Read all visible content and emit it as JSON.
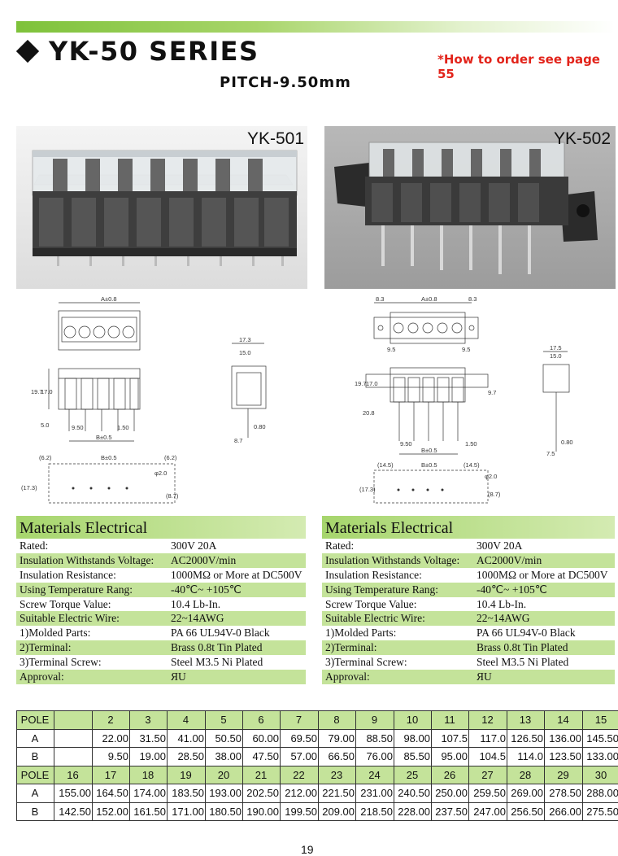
{
  "header": {
    "series_title": "YK-50 SERIES",
    "order_note": "*How to order see page 55",
    "pitch": "PITCH-9.50mm"
  },
  "products": [
    {
      "name": "YK-501"
    },
    {
      "name": "YK-502"
    }
  ],
  "drawings": {
    "yk501": {
      "top_a": "A±0.8",
      "side_w1": "17.3",
      "side_w2": "15.0",
      "front_h1": "19.7",
      "front_h2": "17.0",
      "pin_len": "5.0",
      "pitch": "9.50",
      "pin_w": "1.50",
      "b": "B±0.5",
      "side_pin": "0.80",
      "side_base": "8.7",
      "pcb_left": "(6.2)",
      "pcb_b": "B±0.5",
      "pcb_right": "(6.2)",
      "hole": "φ2.0",
      "pcb_h": "(17.3)",
      "pcb_h2": "(8.7)"
    },
    "yk502": {
      "top_l": "8.3",
      "top_a": "A±0.8",
      "top_r": "8.3",
      "flange_l": "9.5",
      "flange_r": "9.5",
      "side_w1": "17.5",
      "side_w2": "15.0",
      "front_h1": "19.7",
      "front_h2": "17.0",
      "front_h3": "9.7",
      "pin_len": "20.8",
      "pitch": "9.50",
      "pin_w": "1.50",
      "b": "B±0.5",
      "side_pin": "0.80",
      "side_base": "7.5",
      "pcb_left": "(14.5)",
      "pcb_b": "B±0.5",
      "pcb_right": "(14.5)",
      "hole": "φ2.0",
      "pcb_h": "(17.3)",
      "pcb_h2": "(8.7)"
    }
  },
  "materials": [
    {
      "title": "Materials Electrical",
      "rows": [
        {
          "k": "Rated:",
          "v": "300V  20A"
        },
        {
          "k": "Insulation Withstands Voltage:",
          "v": "AC2000V/min"
        },
        {
          "k": "Insulation Resistance:",
          "v": "1000MΩ  or More at DC500V"
        },
        {
          "k": "Using Temperature Rang:",
          "v": "-40℃~ +105℃"
        },
        {
          "k": " Screw Torque Value:",
          "v": "10.4 Lb-In."
        },
        {
          "k": "Suitable Electric Wire:",
          "v": "22~14AWG"
        },
        {
          "k": "   1)Molded Parts:",
          "v": "PA 66 UL94V-0 Black"
        },
        {
          "k": "   2)Terminal:",
          "v": "Brass 0.8t Tin Plated"
        },
        {
          "k": "   3)Terminal Screw:",
          "v": "Steel M3.5 Ni Plated"
        },
        {
          "k": "Approval:",
          "v": "ЯU"
        }
      ]
    },
    {
      "title": "Materials Electrical",
      "rows": [
        {
          "k": "Rated:",
          "v": "300V  20A"
        },
        {
          "k": "Insulation Withstands Voltage:",
          "v": "AC2000V/min"
        },
        {
          "k": "Insulation Resistance:",
          "v": "1000MΩ  or More at DC500V"
        },
        {
          "k": "Using Temperature Rang:",
          "v": "-40℃~ +105℃"
        },
        {
          "k": " Screw Torque Value:",
          "v": "10.4 Lb-In."
        },
        {
          "k": "Suitable Electric Wire:",
          "v": "22~14AWG"
        },
        {
          "k": "   1)Molded Parts:",
          "v": "PA 66 UL94V-0 Black"
        },
        {
          "k": "   2)Terminal:",
          "v": "Brass 0.8t Tin Plated"
        },
        {
          "k": "   3)Terminal Screw:",
          "v": "Steel M3.5 Ni Plated"
        },
        {
          "k": "Approval:",
          "v": "ЯU"
        }
      ]
    }
  ],
  "dimension_table": {
    "rows": [
      [
        "POLE",
        "",
        "2",
        "3",
        "4",
        "5",
        "6",
        "7",
        "8",
        "9",
        "10",
        "11",
        "12",
        "13",
        "14",
        "15"
      ],
      [
        "A",
        "",
        "22.00",
        "31.50",
        "41.00",
        "50.50",
        "60.00",
        "69.50",
        "79.00",
        "88.50",
        "98.00",
        "107.5",
        "117.0",
        "126.50",
        "136.00",
        "145.50"
      ],
      [
        "B",
        "",
        "9.50",
        "19.00",
        "28.50",
        "38.00",
        "47.50",
        "57.00",
        "66.50",
        "76.00",
        "85.50",
        "95.00",
        "104.5",
        "114.0",
        "123.50",
        "133.00"
      ],
      [
        "POLE",
        "16",
        "17",
        "18",
        "19",
        "20",
        "21",
        "22",
        "23",
        "24",
        "25",
        "26",
        "27",
        "28",
        "29",
        "30"
      ],
      [
        "A",
        "155.00",
        "164.50",
        "174.00",
        "183.50",
        "193.00",
        "202.50",
        "212.00",
        "221.50",
        "231.00",
        "240.50",
        "250.00",
        "259.50",
        "269.00",
        "278.50",
        "288.00"
      ],
      [
        "B",
        "142.50",
        "152.00",
        "161.50",
        "171.00",
        "180.50",
        "190.00",
        "199.50",
        "209.00",
        "218.50",
        "228.00",
        "237.50",
        "247.00",
        "256.50",
        "266.00",
        "275.50"
      ]
    ]
  },
  "page_number": "19"
}
